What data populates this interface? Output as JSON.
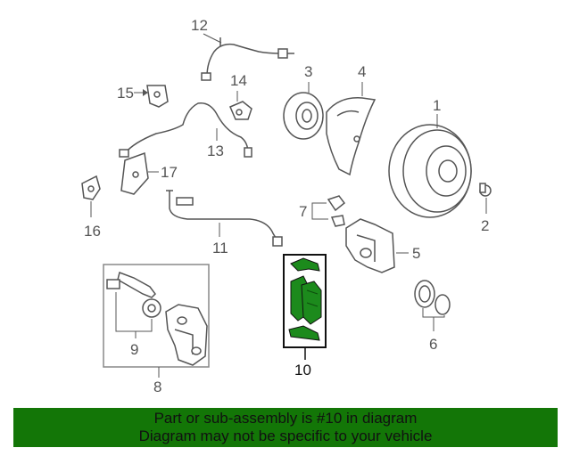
{
  "callouts": {
    "c1": "1",
    "c2": "2",
    "c3": "3",
    "c4": "4",
    "c5": "5",
    "c6": "6",
    "c7": "7",
    "c8": "8",
    "c9": "9",
    "c10": "10",
    "c11": "11",
    "c12": "12",
    "c13": "13",
    "c14": "14",
    "c15": "15",
    "c16": "16",
    "c17": "17"
  },
  "footer": {
    "line1": "Part or sub-assembly is #10 in diagram",
    "line2": "Diagram may not be specific to your vehicle"
  },
  "colors": {
    "highlight_part": "#1c8a1c",
    "footer_bg": "#137607",
    "line_art": "#555555"
  }
}
